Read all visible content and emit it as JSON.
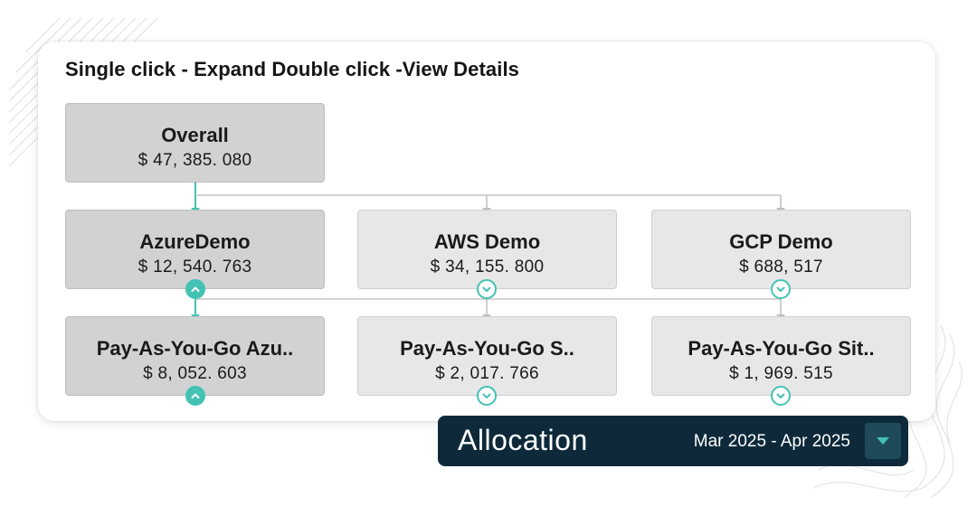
{
  "instructions": "Single click - Expand Double click -View Details",
  "colors": {
    "accent": "#43c2b3",
    "node_fill": "#e7e7e7",
    "node_active_fill": "#d2d2d2",
    "connector": "#cfcfcf",
    "footer_bg": "#0e2a3a"
  },
  "tree": {
    "root": {
      "title": "Overall",
      "amount": "$ 47, 385. 080"
    },
    "level1": [
      {
        "title": "AzureDemo",
        "amount": "$ 12, 540. 763",
        "state": "expanded",
        "icon": "chevron-up-icon"
      },
      {
        "title": "AWS Demo",
        "amount": "$ 34, 155. 800",
        "state": "collapsed",
        "icon": "chevron-down-icon"
      },
      {
        "title": "GCP Demo",
        "amount": "$ 688, 517",
        "state": "collapsed",
        "icon": "chevron-down-icon"
      }
    ],
    "level2": [
      {
        "title": "Pay-As-You-Go Azu..",
        "amount": "$ 8, 052. 603",
        "state": "expanded",
        "icon": "chevron-up-icon"
      },
      {
        "title": "Pay-As-You-Go S..",
        "amount": "$ 2, 017. 766",
        "state": "collapsed",
        "icon": "chevron-down-icon"
      },
      {
        "title": "Pay-As-You-Go Sit..",
        "amount": "$ 1, 969. 515",
        "state": "collapsed",
        "icon": "chevron-down-icon"
      }
    ]
  },
  "footer": {
    "title": "Allocation",
    "date_range": "Mar 2025 - Apr 2025",
    "dropdown_icon": "caret-down-icon"
  }
}
